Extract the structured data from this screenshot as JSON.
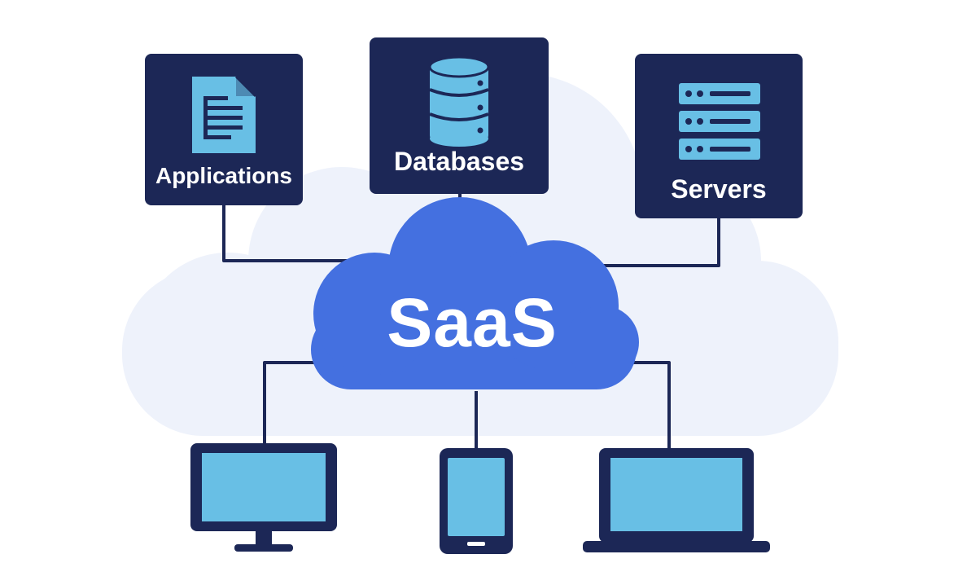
{
  "center": {
    "label": "SaaS"
  },
  "resources": [
    {
      "id": "applications",
      "label": "Applications",
      "icon": "document-icon"
    },
    {
      "id": "databases",
      "label": "Databases",
      "icon": "database-icon"
    },
    {
      "id": "servers",
      "label": "Servers",
      "icon": "server-rack-icon"
    }
  ],
  "devices": [
    {
      "id": "desktop",
      "icon": "desktop-monitor-icon"
    },
    {
      "id": "tablet",
      "icon": "tablet-icon"
    },
    {
      "id": "laptop",
      "icon": "laptop-icon"
    }
  ],
  "colors": {
    "navy": "#1c2756",
    "cloud_blue": "#4470e0",
    "screen_blue": "#68bfe5",
    "background_cloud": "#eef2fb",
    "text": "#ffffff"
  }
}
